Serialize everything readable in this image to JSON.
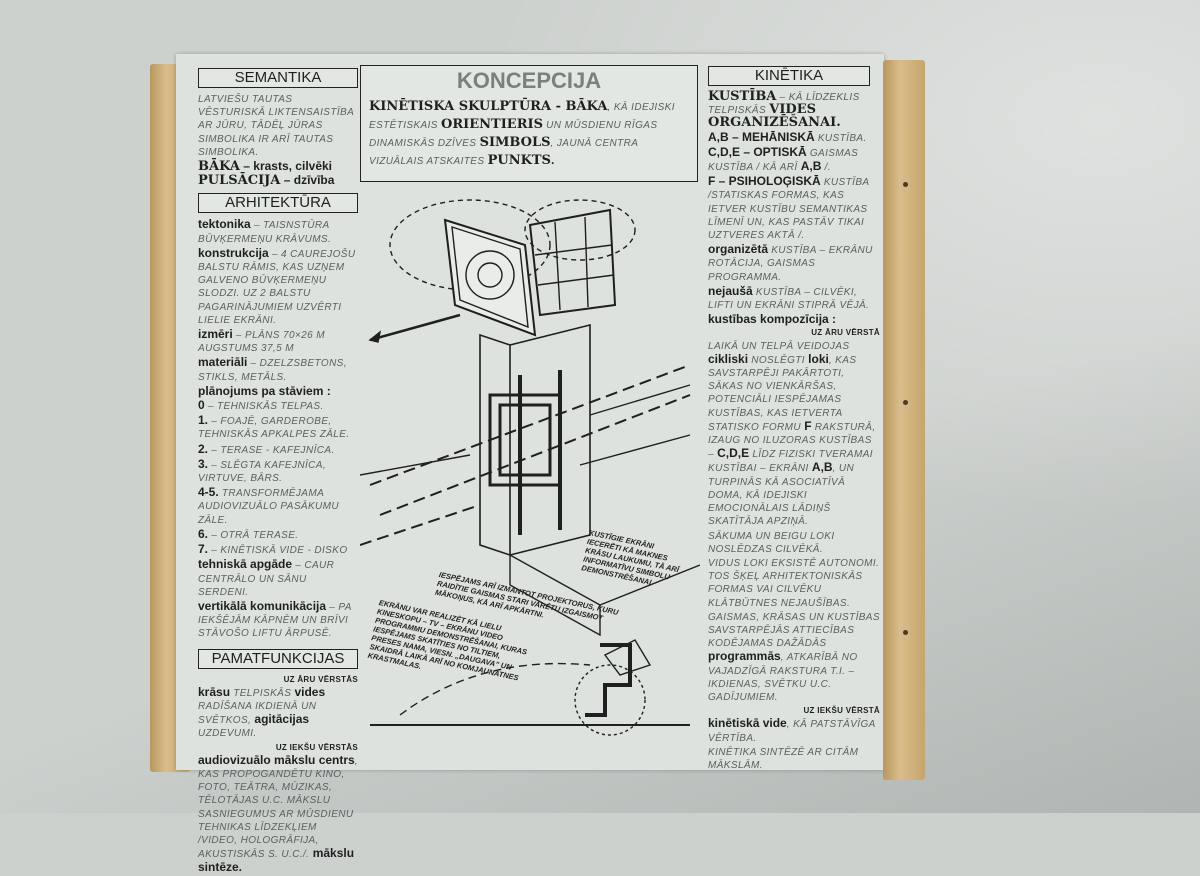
{
  "left": {
    "semantika": {
      "title": "SEMANTIKA",
      "paras": [
        [
          {
            "s": "h",
            "t": "LATVIEŠU TAUTAS VĒSTURISKĀ LIKTENSAISTĪBA AR JŪRU, TĀDĒĻ JŪRAS SIMBOLIKA IR ARĪ TAUTAS SIMBOLIKA."
          }
        ],
        [
          {
            "s": "s",
            "t": "BĀKA"
          },
          {
            "s": "b",
            "t": " – krasts, cilvēki"
          }
        ],
        [
          {
            "s": "s",
            "t": "PULSĀCIJA"
          },
          {
            "s": "b",
            "t": " – dzīvība"
          }
        ]
      ]
    },
    "arhitektura": {
      "title": "ARHITEKTŪRA",
      "paras": [
        [
          {
            "s": "b",
            "t": "tektonika"
          },
          {
            "s": "h",
            "t": " – TAISNSTŪRA BŪVĶERMEŅU KRĀVUMS."
          }
        ],
        [
          {
            "s": "b",
            "t": "konstrukcija"
          },
          {
            "s": "h",
            "t": " – 4 CAUREJOŠU BALSTU RĀMIS, KAS UZŅEM GALVENO BŪVĶERMEŅU SLODZI. UZ 2 BALSTU PAGARINĀJUMIEM UZVĒRTI LIELIE EKRĀNI."
          }
        ],
        [
          {
            "s": "b",
            "t": "izmēri"
          },
          {
            "s": "h",
            "t": " – PLĀNS 70×26 M AUGSTUMS 37,5 M"
          }
        ],
        [
          {
            "s": "b",
            "t": "materiāli"
          },
          {
            "s": "h",
            "t": " – DZELZSBETONS, STIKLS, METĀLS."
          }
        ],
        [
          {
            "s": "b",
            "t": "plānojums pa stāviem :"
          }
        ],
        [
          {
            "s": "b",
            "t": "0"
          },
          {
            "s": "h",
            "t": " – TEHNISKĀS TELPAS."
          }
        ],
        [
          {
            "s": "b",
            "t": "1."
          },
          {
            "s": "h",
            "t": " – FOAJĒ, GARDEROBE, TEHNISKĀS APKALPES ZĀLE."
          }
        ],
        [
          {
            "s": "b",
            "t": "2."
          },
          {
            "s": "h",
            "t": " – TERASE - KAFEJNĪCA."
          }
        ],
        [
          {
            "s": "b",
            "t": "3."
          },
          {
            "s": "h",
            "t": " – SLĒGTA KAFEJNĪCA, VIRTUVE, BĀRS."
          }
        ],
        [
          {
            "s": "b",
            "t": "4-5."
          },
          {
            "s": "h",
            "t": " TRANSFORMĒJAMA AUDIOVIZUĀLO PASĀKUMU ZĀLE."
          }
        ],
        [
          {
            "s": "b",
            "t": "6."
          },
          {
            "s": "h",
            "t": " – OTRĀ TERASE."
          }
        ],
        [
          {
            "s": "b",
            "t": "7."
          },
          {
            "s": "h",
            "t": " – KINĒTISKĀ VIDE - DISKO"
          }
        ],
        [
          {
            "s": "b",
            "t": "tehniskā apgāde"
          },
          {
            "s": "h",
            "t": " – CAUR CENTRĀLO UN SĀNU SERDENI."
          }
        ],
        [
          {
            "s": "b",
            "t": "vertikālā komunikācija"
          },
          {
            "s": "h",
            "t": " – PA IEKŠĒJĀM KĀPNĒM UN BRĪVI STĀVOŠO LIFTU ĀRPUSĒ."
          }
        ]
      ]
    },
    "pamatfunkcijas": {
      "title": "PAMATFUNKCIJAS",
      "paras": [
        [
          {
            "s": "c",
            "t": "UZ ĀRU VĒRSTĀS"
          },
          {
            "s": "b",
            "t": "krāsu"
          },
          {
            "s": "h",
            "t": " TELPISKĀS "
          },
          {
            "s": "b",
            "t": "vides"
          },
          {
            "s": "h",
            "t": " RADĪŠANA IKDIENĀ UN SVĒTKOS, "
          },
          {
            "s": "b",
            "t": "agitācijas"
          },
          {
            "s": "h",
            "t": " UZDEVUMI."
          }
        ],
        [
          {
            "s": "c",
            "t": "UZ IEKŠU VĒRSTĀS"
          },
          {
            "s": "b",
            "t": "audiovizuālo mākslu centrs"
          },
          {
            "s": "h",
            "t": ", KAS PROPOGANDĒTU KINO, FOTO, TEĀTRA, MŪZIKAS, TĒLOTĀJAS U.C. MĀKSLU SASNIEGUMUS AR MŪSDIENU TEHNIKAS LĪDZEKĻIEM /VIDEO, HOLOGRĀFIJA, AKUSTISKĀS S. U.C./."
          },
          {
            "s": "b",
            "t": " mākslu sintēze."
          }
        ]
      ]
    }
  },
  "center": {
    "title": "KONCEPCIJA",
    "paras": [
      [
        {
          "s": "s",
          "t": "KINĒTISKA SKULPTŪRA - BĀKA"
        },
        {
          "s": "h",
          "t": ", KĀ IDEJISKI ESTĒTISKAIS "
        },
        {
          "s": "s",
          "t": "ORIENTIERIS"
        },
        {
          "s": "h",
          "t": " UN MŪSDIENU RĪGAS DINAMISKĀS DZĪVES "
        },
        {
          "s": "s",
          "t": "SIMBOLS"
        },
        {
          "s": "h",
          "t": ", JAUNĀ CENTRA VIZUĀLAIS ATSKAITES "
        },
        {
          "s": "s",
          "t": "PUNKTS"
        },
        {
          "s": "b",
          "t": "."
        }
      ]
    ],
    "captions": {
      "screens": "KUSTĪGIE EKRĀNI IECERĒTI KĀ MAKNES KRĀSU LAUKUMU, TĀ ARĪ INFORMATĪVU SIMBOLU DEMONSTRĒŠANAI.",
      "projectors": "IESPĒJAMS ARĪ IZMANTOT PROJEKTORUS, KURU RAIDĪTIE GAISMAS STARI VARĒTU IZGAISMOT MĀKOŅUS, KĀ ARĪ APKĀRTNI.",
      "video": "EKRĀNU VAR REALIZĒT KĀ LIELU KINESKOPU – TV – EKRĀNU VIDEO PROGRAMMU DEMONSTRĒŠANAI, KURAS IESPĒJAMS SKATĪTIES NO TILTIEM, PRESES NAMA, VIESN. „DAUGAVA” UN SKAIDRĀ LAIKĀ ARĪ NO KOMJAUNATNES KRASTMALAS."
    }
  },
  "right": {
    "title": "KINĒTIKA",
    "paras": [
      [
        {
          "s": "s",
          "t": "KUSTĪBA"
        },
        {
          "s": "h",
          "t": " – KĀ LĪDZEKLIS TELPISKĀS "
        },
        {
          "s": "s",
          "t": "VIDES ORGANIZĒŠANAI."
        }
      ],
      [
        {
          "s": "b",
          "t": "A,B – MEHĀNISKĀ"
        },
        {
          "s": "h",
          "t": " KUSTĪBA."
        }
      ],
      [
        {
          "s": "b",
          "t": "C,D,E – OPTISKĀ"
        },
        {
          "s": "h",
          "t": " GAISMAS KUSTĪBA / KĀ ARĪ "
        },
        {
          "s": "b",
          "t": "A,B"
        },
        {
          "s": "h",
          "t": " /."
        }
      ],
      [
        {
          "s": "b",
          "t": "F – PSIHOLOĢISKĀ"
        },
        {
          "s": "h",
          "t": " KUSTĪBA /STATISKAS FORMAS, KAS IETVER KUSTĪBU SEMANTIKAS LĪMENĪ UN, KAS PASTĀV TIKAI UZTVERES AKTĀ /."
        }
      ],
      [
        {
          "s": "b",
          "t": "organizētā"
        },
        {
          "s": "h",
          "t": " KUSTĪBA – EKRĀNU ROTĀCIJA, GAISMAS PROGRAMMA."
        }
      ],
      [
        {
          "s": "b",
          "t": "nejaušā"
        },
        {
          "s": "h",
          "t": " KUSTĪBA – CILVĒKI, LIFTI UN EKRĀNI STIPRĀ VĒJĀ."
        }
      ],
      [
        {
          "s": "b",
          "t": "kustības kompozīcija :"
        }
      ],
      [
        {
          "s": "c",
          "t": "UZ ĀRU VĒRSTĀ"
        },
        {
          "s": "h",
          "t": "LAIKĀ UN TELPĀ VEIDOJAS "
        },
        {
          "s": "b",
          "t": "cikliski"
        },
        {
          "s": "h",
          "t": " NOSLĒGTI "
        },
        {
          "s": "b",
          "t": "loki"
        },
        {
          "s": "h",
          "t": ", KAS SAVSTARPĒJI PAKĀRTOTI, SĀKAS NO VIENKĀRŠAS, POTENCIĀLI IESPĒJAMAS KUSTĪBAS, KAS IETVERTA STATISKO FORMU "
        },
        {
          "s": "b",
          "t": "F"
        },
        {
          "s": "h",
          "t": " RAKSTURĀ, IZAUG NO ILUZORAS KUSTĪBAS – "
        },
        {
          "s": "b",
          "t": "C,D,E"
        },
        {
          "s": "h",
          "t": " LĪDZ FIZISKI TVERAMAI KUSTĪBAI – EKRĀNI "
        },
        {
          "s": "b",
          "t": "A,B"
        },
        {
          "s": "h",
          "t": ", UN TURPINĀS KĀ ASOCIATĪVĀ DOMA, KĀ IDEJISKI EMOCIONĀLAIS LĀDIŅŠ SKATĪTĀJA APZIŅĀ."
        }
      ],
      [
        {
          "s": "h",
          "t": "SĀKUMA UN BEIGU LOKI NOSLĒDZAS CILVĒKĀ."
        }
      ],
      [
        {
          "s": "h",
          "t": "VIDUS LOKI EKSISTĒ AUTONOMI. TOS ŠĶEĻ ARHITEKTONISKĀS FORMAS VAI CILVĒKU KLĀTBŪTNES NEJAUŠĪBAS."
        }
      ],
      [
        {
          "s": "h",
          "t": "GAISMAS, KRĀSAS UN KUSTĪBAS SAVSTARPĒJĀS ATTIECĪBAS KODĒJAMAS DAŽĀDĀS "
        },
        {
          "s": "b",
          "t": "programmās"
        },
        {
          "s": "h",
          "t": ", ATKARĪBĀ NO VAJADZĪGĀ RAKSTURA T.I. – IKDIENAS, SVĒTKU U.C. GADĪJUMIEM."
        }
      ],
      [
        {
          "s": "c",
          "t": "UZ IEKŠU VĒRSTĀ"
        },
        {
          "s": "b",
          "t": "kinētiskā vide"
        },
        {
          "s": "h",
          "t": ", KĀ PATSTĀVĪGA VĒRTĪBA."
        }
      ],
      [
        {
          "s": "h",
          "t": "KINĒTIKA SINTĒZĒ AR CITĀM MĀKSLĀM."
        }
      ]
    ]
  }
}
